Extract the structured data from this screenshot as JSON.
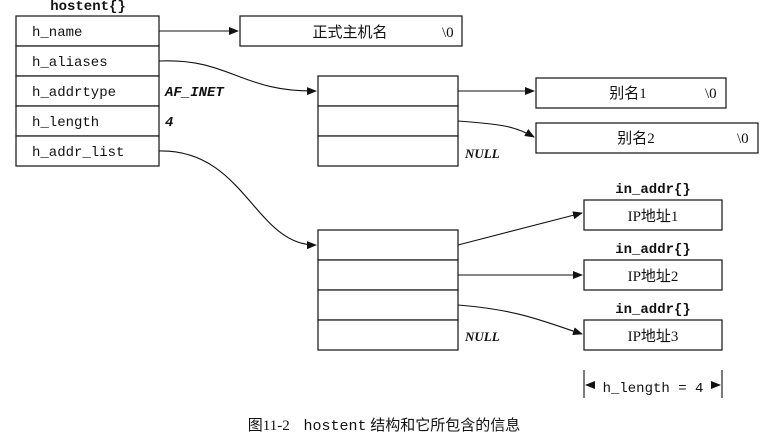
{
  "hostent": {
    "title": "hostent{}",
    "fields": [
      "h_name",
      "h_aliases",
      "h_addrtype",
      "h_length",
      "h_addr_list"
    ],
    "addrtype_value": "AF_INET",
    "length_value": "4"
  },
  "official_name": {
    "text": "正式主机名",
    "terminator": "\\0"
  },
  "aliases": [
    {
      "text": "别名1",
      "terminator": "\\0"
    },
    {
      "text": "别名2",
      "terminator": "\\0"
    }
  ],
  "alias_list_null": "NULL",
  "addr_list_null": "NULL",
  "in_addr": [
    {
      "title": "in_addr{}",
      "text": "IP地址1"
    },
    {
      "title": "in_addr{}",
      "text": "IP地址2"
    },
    {
      "title": "in_addr{}",
      "text": "IP地址3"
    }
  ],
  "length_annotation": "h_length = 4",
  "caption": {
    "figure": "图11-2",
    "code": "hostent",
    "text": "结构和它所包含的信息"
  }
}
